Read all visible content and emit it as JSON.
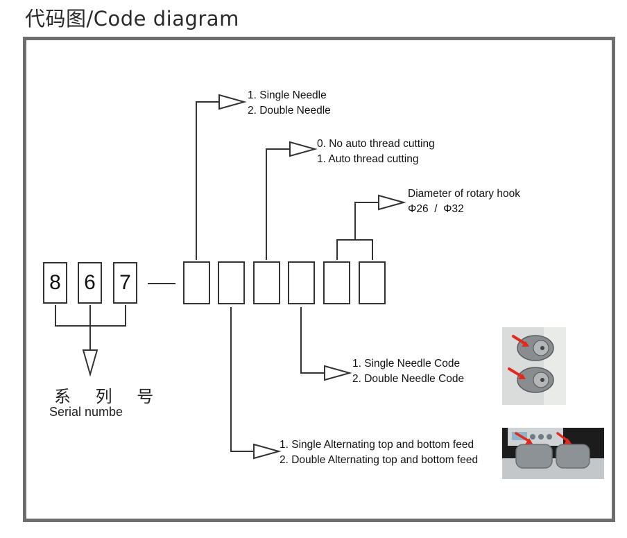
{
  "title": "代码图/Code diagram",
  "serial_digits": [
    "8",
    "6",
    "7"
  ],
  "serial_label_cn": "系 列 号",
  "serial_label_en": "Serial numbe",
  "options": {
    "needle": [
      "1. Single Needle",
      "2. Double Needle"
    ],
    "thread_cut": [
      "0. No auto thread cutting",
      "1. Auto thread cutting"
    ],
    "rotary_hook": [
      "Diameter of rotary hook",
      "Φ26  /  Φ32"
    ],
    "needle_code": [
      "1. Single Needle Code",
      "2. Double Needle Code"
    ],
    "feed": [
      "1. Single Alternating top and bottom feed",
      "2. Double Alternating top and bottom feed"
    ]
  },
  "colors": {
    "frame": "#6e6e6e",
    "line": "#333333",
    "arrow_mark": "#e02a1f"
  }
}
